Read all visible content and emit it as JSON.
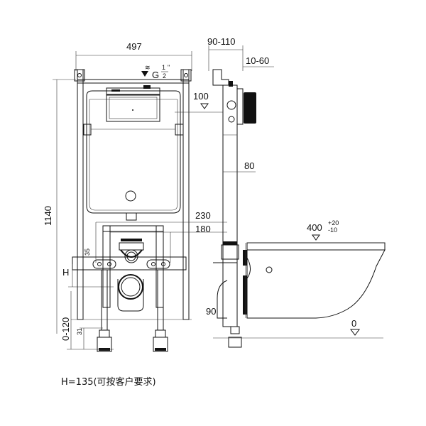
{
  "front_view": {
    "width_label": "497",
    "height_label": "1140",
    "inlet_label_main": "G",
    "inlet_label_frac": "1/2",
    "inlet_label_unit": "\"",
    "label_100": "100",
    "label_230": "230",
    "label_180": "180",
    "label_35": "35",
    "label_H": "H",
    "label_0_120": "0-120",
    "label_31": "31"
  },
  "side_view": {
    "label_90_110": "90-110",
    "label_10_60": "10-60",
    "label_80": "80",
    "label_90": "90"
  },
  "toilet": {
    "label_400": "400",
    "tol_plus": "+20",
    "tol_minus": "-10",
    "floor_label": "0"
  },
  "caption": "H=135(可按客户要求)"
}
